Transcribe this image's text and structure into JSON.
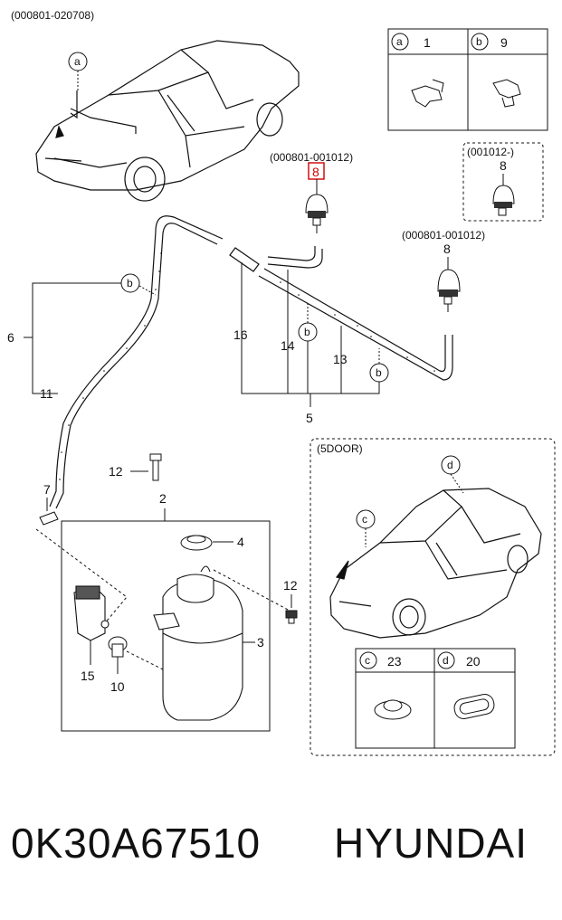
{
  "header_code": "(000801-020708)",
  "legend_top": {
    "a_letter": "a",
    "a_num": "1",
    "b_letter": "b",
    "b_num": "9"
  },
  "range_8_top": "(000801-001012)",
  "part_8_highlight": "8",
  "range_8_right_box": "(001012-)",
  "part_8_box": "8",
  "range_8_right": "(000801-001012)",
  "part_8_right": "8",
  "callouts": {
    "a": "a",
    "b1": "b",
    "b2": "b",
    "b3": "b",
    "c": "c",
    "d": "d"
  },
  "part_numbers": {
    "p6": "6",
    "p11": "11",
    "p16": "16",
    "p14": "14",
    "p13": "13",
    "p5": "5",
    "p12a": "12",
    "p2": "2",
    "p7": "7",
    "p4": "4",
    "p12b": "12",
    "p3": "3",
    "p15": "15",
    "p10": "10"
  },
  "door_label": "(5DOOR)",
  "legend_bottom": {
    "c_letter": "c",
    "c_num": "23",
    "d_letter": "d",
    "d_num": "20"
  },
  "footer": {
    "part_number": "0K30A67510",
    "brand": "HYUNDAI"
  }
}
